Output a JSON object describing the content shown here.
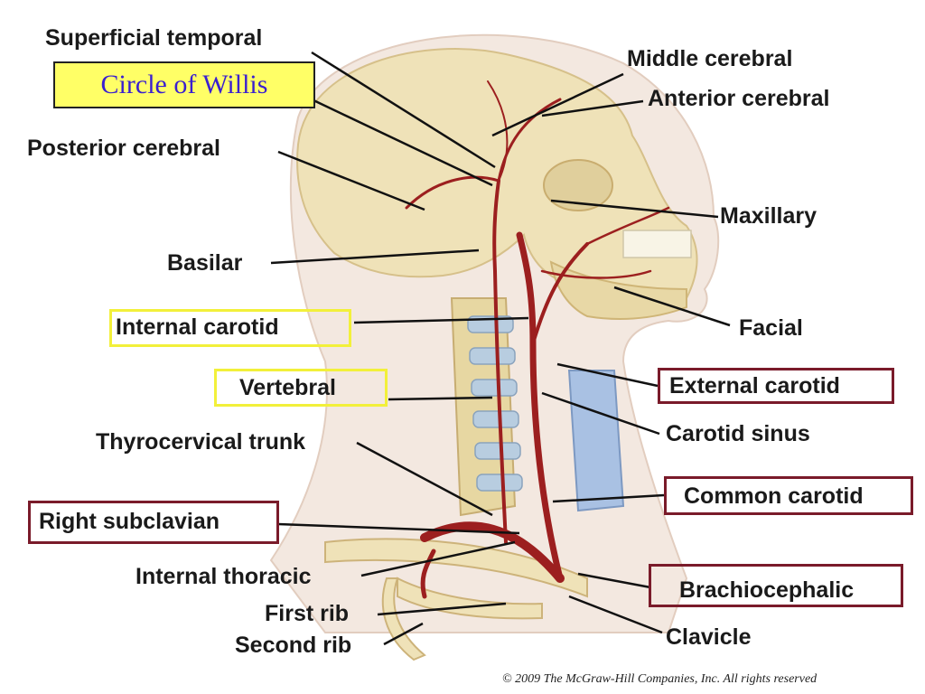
{
  "labels": {
    "superficial_temporal": "Superficial temporal",
    "circle_of_willis": "Circle of Willis",
    "middle_cerebral": "Middle cerebral",
    "anterior_cerebral": "Anterior cerebral",
    "posterior_cerebral": "Posterior cerebral",
    "maxillary": "Maxillary",
    "basilar": "Basilar",
    "internal_carotid": "Internal carotid",
    "facial": "Facial",
    "vertebral": "Vertebral",
    "external_carotid": "External carotid",
    "thyrocervical_trunk": "Thyrocervical trunk",
    "carotid_sinus": "Carotid sinus",
    "common_carotid": "Common carotid",
    "right_subclavian": "Right subclavian",
    "internal_thoracic": "Internal thoracic",
    "brachiocephalic": "Brachiocephalic",
    "first_rib": "First rib",
    "second_rib": "Second rib",
    "clavicle": "Clavicle"
  },
  "copyright": "© 2009 The McGraw-Hill Companies, Inc. All rights reserved",
  "colors": {
    "highlight_yellow": "#f2f03a",
    "highlight_maroon": "#7a1b2a",
    "willis_fill": "#ffff66",
    "willis_text": "#3a1fd0",
    "artery": "#9c1f1f",
    "bone": "#efe2b8",
    "skin": "#f3e8e0"
  }
}
